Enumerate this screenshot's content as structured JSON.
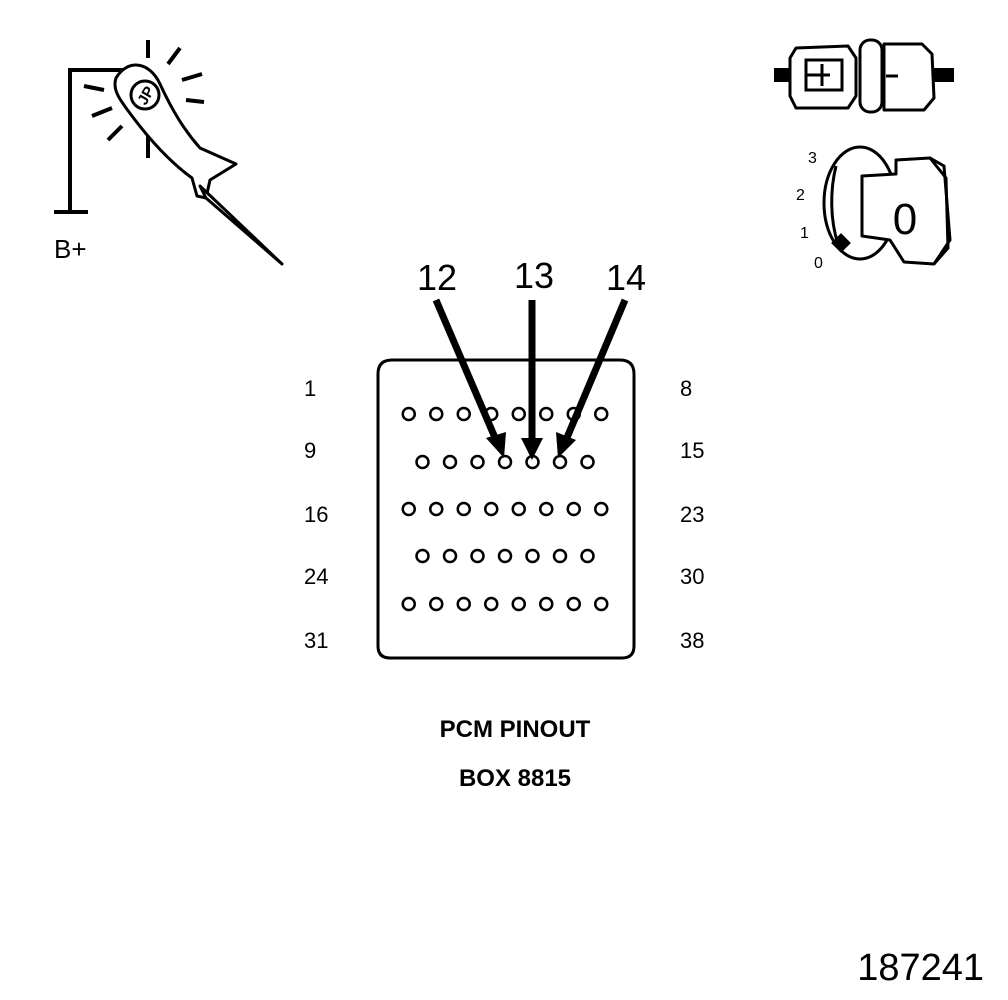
{
  "test_light": {
    "label": "B+",
    "icon": "test-light-probe-icon"
  },
  "connector_icon": "disconnected-connector-icon",
  "ignition_switch": {
    "icon": "ignition-key-icon",
    "positions": [
      "3",
      "2",
      "1",
      "0"
    ],
    "key_label": "0",
    "selected_position": "0"
  },
  "connector": {
    "row_end_labels": {
      "left": [
        "1",
        "9",
        "16",
        "24",
        "31"
      ],
      "right": [
        "8",
        "15",
        "23",
        "30",
        "38"
      ]
    },
    "rows_pin_counts": [
      8,
      7,
      8,
      7,
      8
    ],
    "callouts": [
      "12",
      "13",
      "14"
    ]
  },
  "caption": {
    "title": "PCM PINOUT",
    "subtitle": "BOX 8815"
  },
  "figure_number": "187241"
}
